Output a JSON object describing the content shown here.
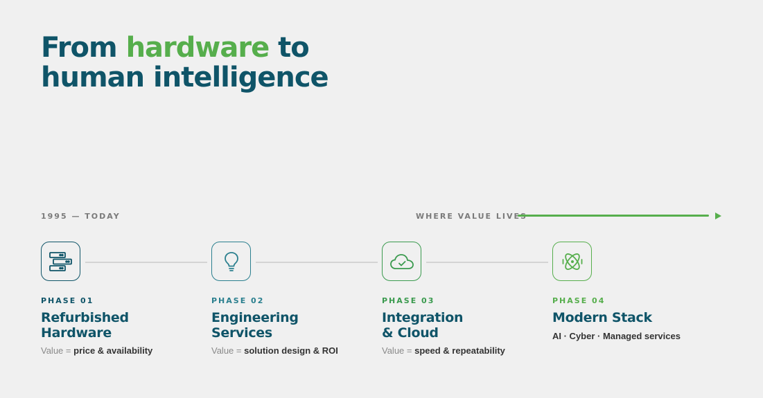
{
  "headline": {
    "part1": "From ",
    "accent": "hardware",
    "part2": " to",
    "line2": "human intelligence"
  },
  "timeline": {
    "range_label": "1995 — TODAY",
    "value_label": "WHERE VALUE LIVES"
  },
  "phases": [
    {
      "label": "PHASE 01",
      "title_line1": "Refurbished",
      "title_line2": "Hardware",
      "value_prefix": "Value =",
      "value_text": "price & availability",
      "icon": "server-rack-icon",
      "color": "#0f5468"
    },
    {
      "label": "PHASE 02",
      "title_line1": "Engineering",
      "title_line2": "Services",
      "value_prefix": "Value =",
      "value_text": "solution design & ROI",
      "icon": "lightbulb-icon",
      "color": "#2a7f8e"
    },
    {
      "label": "PHASE 03",
      "title_line1": "Integration",
      "title_line2": "& Cloud",
      "value_prefix": "Value =",
      "value_text": "speed & repeatability",
      "icon": "cloud-check-icon",
      "color": "#3a9a4e"
    },
    {
      "label": "PHASE 04",
      "title_line1": "Modern Stack",
      "note": "AI · Cyber · Managed services",
      "icon": "atom-icon",
      "color": "#56ae4c"
    }
  ],
  "colors": {
    "background": "#f0f0f0",
    "navy": "#0f5468",
    "green": "#56ae4c",
    "connector": "#d4d4d4"
  }
}
